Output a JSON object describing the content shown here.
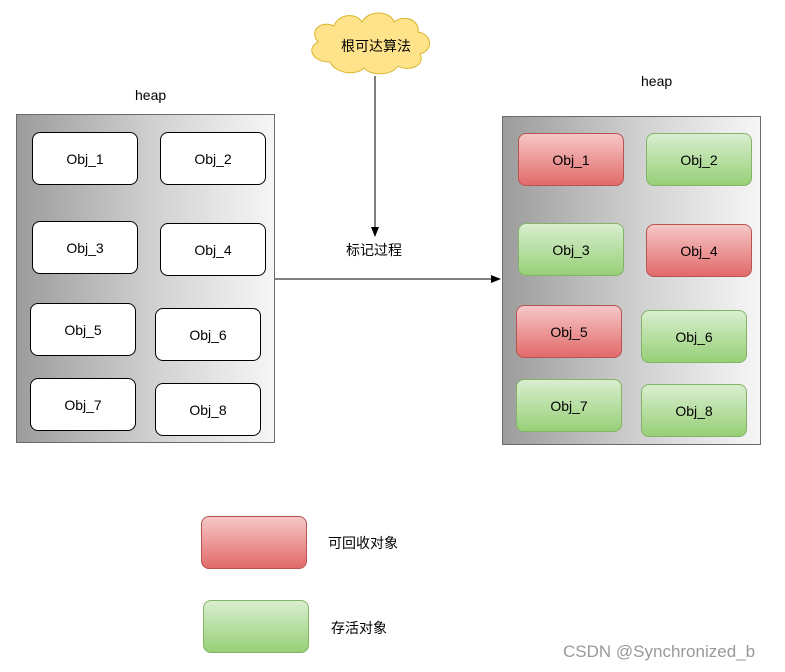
{
  "cloud": {
    "label": "根可达算法"
  },
  "left_heap": {
    "title": "heap",
    "objects": [
      {
        "name": "Obj_1",
        "state": "plain"
      },
      {
        "name": "Obj_2",
        "state": "plain"
      },
      {
        "name": "Obj_3",
        "state": "plain"
      },
      {
        "name": "Obj_4",
        "state": "plain"
      },
      {
        "name": "Obj_5",
        "state": "plain"
      },
      {
        "name": "Obj_6",
        "state": "plain"
      },
      {
        "name": "Obj_7",
        "state": "plain"
      },
      {
        "name": "Obj_8",
        "state": "plain"
      }
    ]
  },
  "arrow_label": "标记过程",
  "right_heap": {
    "title": "heap",
    "objects": [
      {
        "name": "Obj_1",
        "state": "recyclable"
      },
      {
        "name": "Obj_2",
        "state": "alive"
      },
      {
        "name": "Obj_3",
        "state": "alive"
      },
      {
        "name": "Obj_4",
        "state": "recyclable"
      },
      {
        "name": "Obj_5",
        "state": "recyclable"
      },
      {
        "name": "Obj_6",
        "state": "alive"
      },
      {
        "name": "Obj_7",
        "state": "alive"
      },
      {
        "name": "Obj_8",
        "state": "alive"
      }
    ]
  },
  "legend": {
    "recyclable": {
      "label": "可回收对象",
      "color": "#e26a6a"
    },
    "alive": {
      "label": "存活对象",
      "color": "#97d077"
    }
  },
  "watermark": "CSDN @Synchronized_b"
}
